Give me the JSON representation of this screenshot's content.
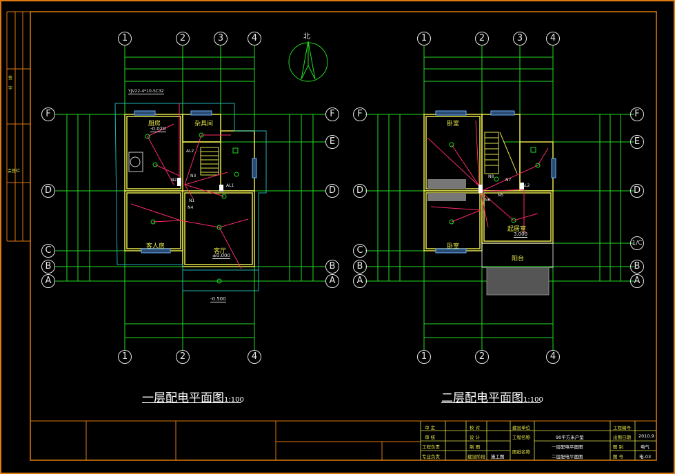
{
  "north_label": "北",
  "plan1": {
    "title": "一层配电平面图",
    "scale": "1:100",
    "axes_top": [
      "1",
      "2",
      "3",
      "4"
    ],
    "axes_bottom": [
      "1",
      "2",
      "4"
    ],
    "axes_rows": [
      "F",
      "E",
      "D",
      "C",
      "B",
      "A"
    ],
    "cable_label": "YJV22-4*10-SC32",
    "rooms": [
      "厨房",
      "杂具间",
      "客人房",
      "客厅"
    ],
    "levels": [
      "-0.020",
      "±0.000",
      "-0.500"
    ],
    "circuits": [
      "N1",
      "N2",
      "N3",
      "N4",
      "AL1",
      "AL2"
    ]
  },
  "plan2": {
    "title": "二层配电平面图",
    "scale": "1:100",
    "axes_top": [
      "1",
      "2",
      "3",
      "4"
    ],
    "axes_bottom": [
      "1",
      "2",
      "4"
    ],
    "axes_rows": [
      "F",
      "E",
      "D",
      "C",
      "B",
      "A"
    ],
    "axis_c_right": "1/C",
    "rooms": [
      "卧室",
      "卧室",
      "起居室",
      "阳台"
    ],
    "levels": [
      "3.000"
    ],
    "circuits": [
      "N5",
      "N6",
      "N7",
      "N8",
      "AL2"
    ]
  },
  "title_block": {
    "left_margin_labels": [
      "签",
      "字",
      "会签栏"
    ],
    "col1": [
      "审 定",
      "审 核",
      "工程负责",
      "专业负责"
    ],
    "col2": [
      "校 对",
      "设 计",
      "制 图",
      "建设阶段"
    ],
    "col3": [
      "建设单位",
      "工程名称",
      "图纸名称",
      ""
    ],
    "stage": "施工图",
    "project": "90平方米户型",
    "drawing_names": [
      "一层配电平面图",
      "二层配电平面图"
    ],
    "col5": [
      "工程编号",
      "出图日期",
      "图 别",
      "图 号"
    ],
    "values": [
      "",
      "2010.9",
      "电气",
      "电-03"
    ]
  }
}
